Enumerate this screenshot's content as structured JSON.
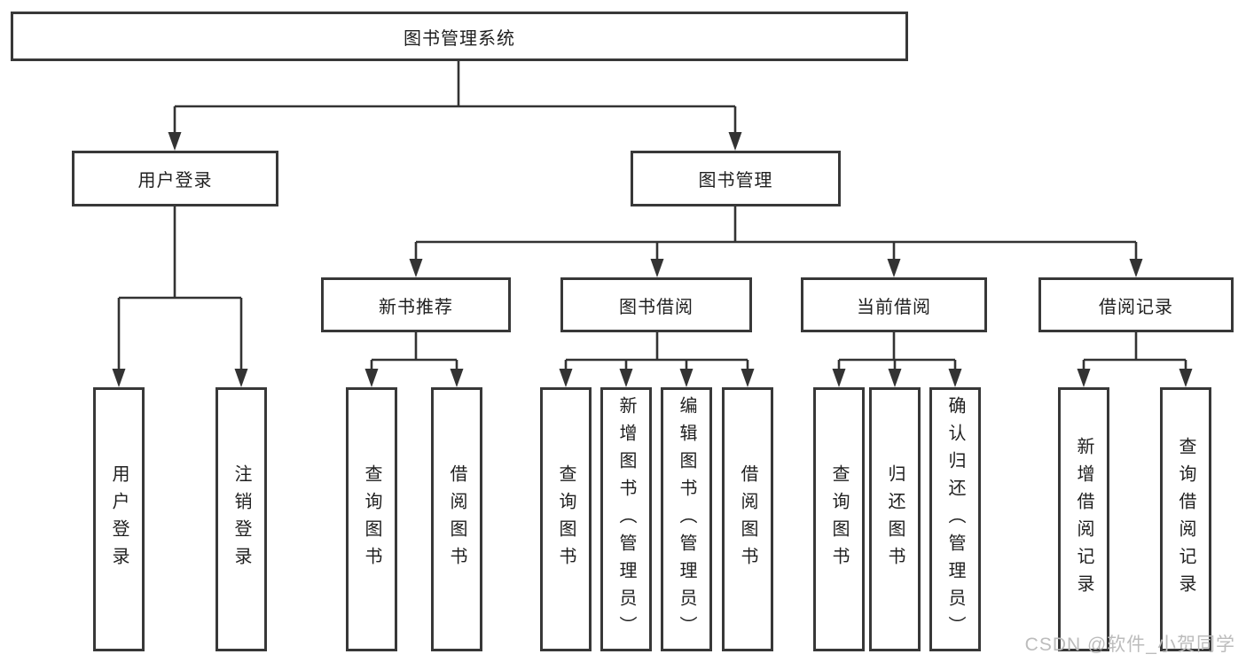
{
  "diagram": {
    "root": {
      "label": "图书管理系统"
    },
    "level2": {
      "user_login": {
        "label": "用户登录"
      },
      "book_mgmt": {
        "label": "图书管理"
      }
    },
    "level3": {
      "new_book": {
        "label": "新书推荐"
      },
      "borrow": {
        "label": "图书借阅"
      },
      "current": {
        "label": "当前借阅"
      },
      "records": {
        "label": "借阅记录"
      }
    },
    "leaves": {
      "user_login": [
        "用户登录",
        "注销登录"
      ],
      "new_book": [
        "查询图书",
        "借阅图书"
      ],
      "borrow": [
        "查询图书",
        "新增图书（管理员）",
        "编辑图书（管理员）",
        "借阅图书"
      ],
      "current": [
        "查询图书",
        "归还图书",
        "确认归还（管理员）"
      ],
      "records": [
        "新增借阅记录",
        "查询借阅记录"
      ]
    },
    "watermark": "CSDN @软件_小贺同学",
    "colors": {
      "line": "#333333",
      "box_border": "#383838",
      "watermark": "#bcbcbc",
      "background": "#ffffff"
    }
  }
}
